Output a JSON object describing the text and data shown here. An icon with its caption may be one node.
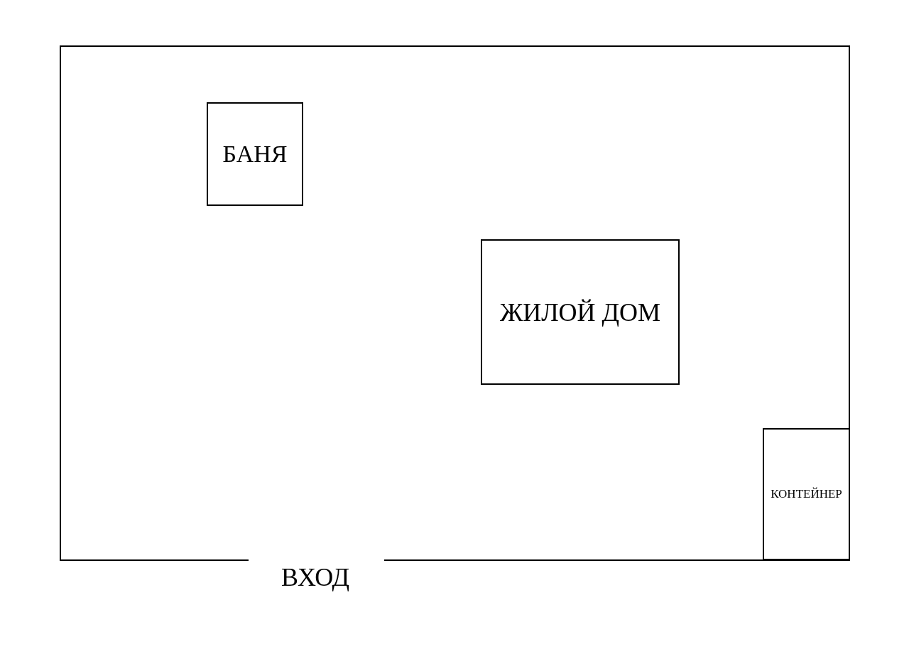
{
  "diagram": {
    "nodes": [
      {
        "text": [],
        "shape": "box"
      },
      {
        "text": [
          "БАНЯ"
        ],
        "in": 0
      },
      {
        "text": [
          "ЖИЛОЙ ДОМ"
        ],
        "in": 0
      },
      {
        "text": [
          "КОНТЕЙНЕР"
        ],
        "in": 0
      }
    ],
    "edges": [],
    "labels": [
      "ВХОД"
    ]
  }
}
